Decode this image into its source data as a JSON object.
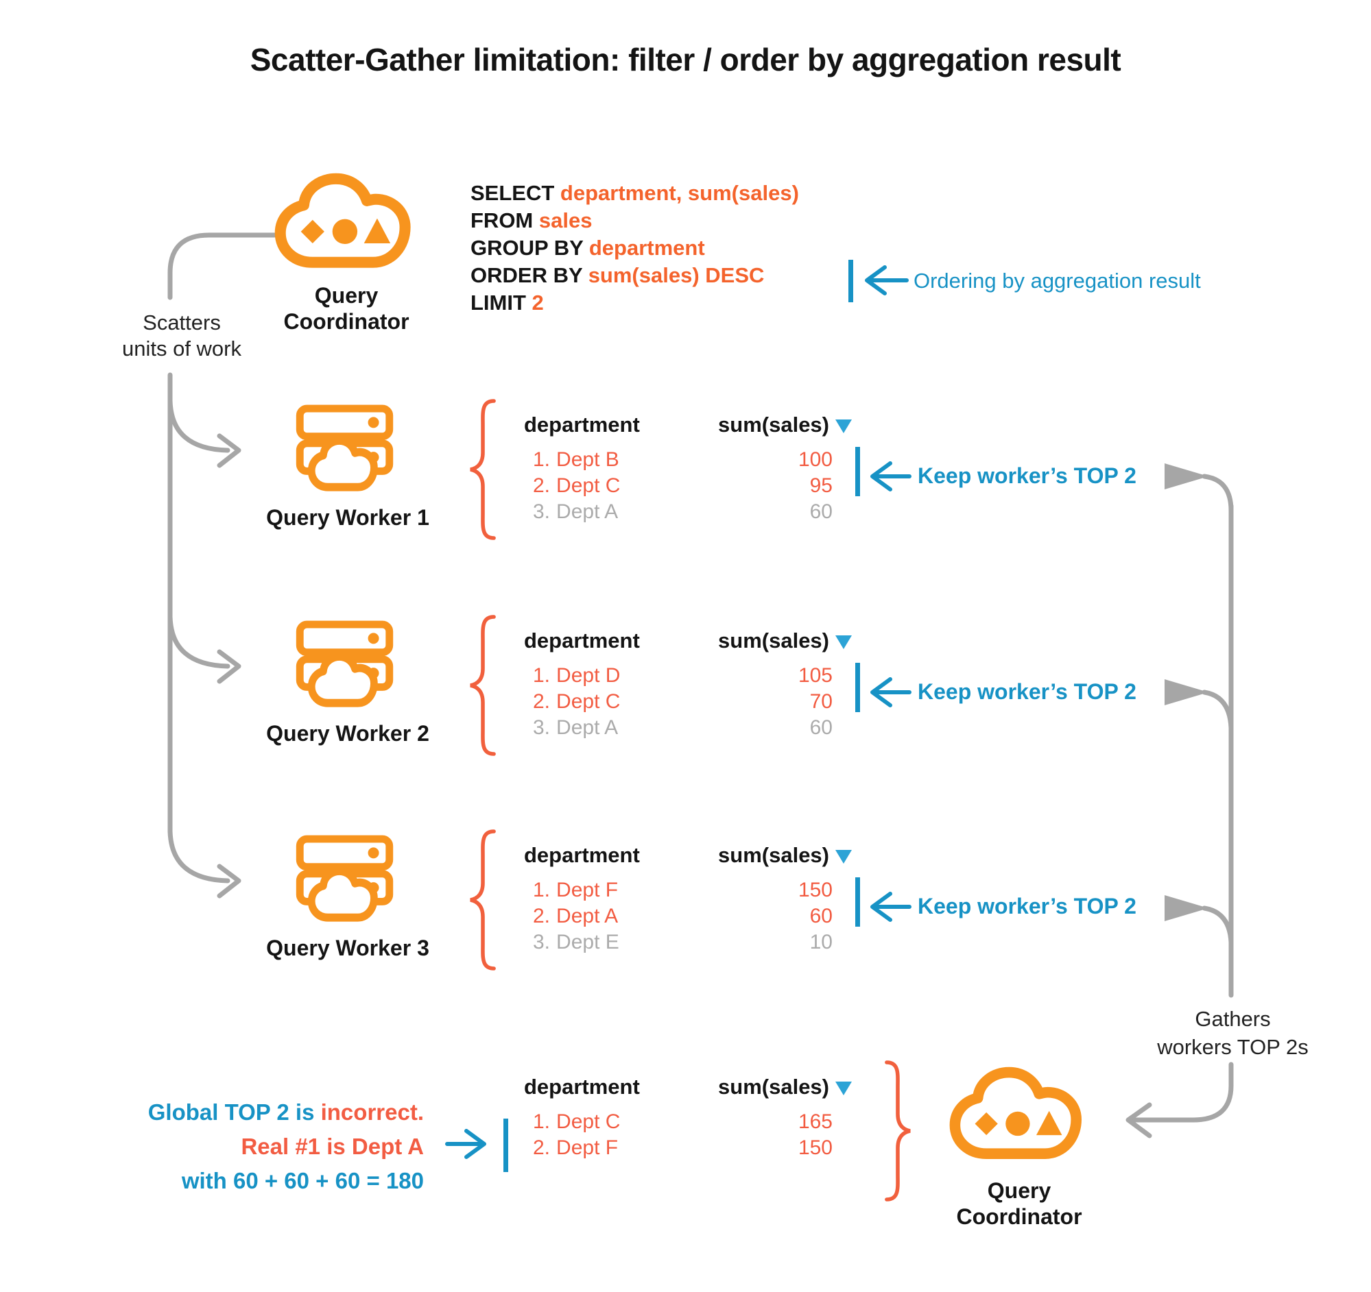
{
  "colors": {
    "icon-orange": "#F7941E",
    "sql-orange": "#F4632C",
    "row-orange": "#F25C42",
    "brace-orange": "#F1603D",
    "blue": "#1792C5",
    "tri-blue": "#2CA3D6",
    "line-gray": "#A6A6A6",
    "muted-gray": "#ABABAB",
    "ink": "#141414"
  },
  "title": "Scatter-Gather limitation: filter / order by aggregation result",
  "coordinator": {
    "line1": "Query",
    "line2": "Coordinator"
  },
  "sql": {
    "l1k": "SELECT ",
    "l1v": "department, sum(sales)",
    "l2k": "FROM ",
    "l2v": "sales",
    "l3k": "GROUP BY ",
    "l3v": "department",
    "l4k": "ORDER BY ",
    "l4v": "sum(sales) DESC",
    "l5k": "LIMIT ",
    "l5v": "2"
  },
  "annotations": {
    "ordering": "Ordering by aggregation result",
    "scatters_line1": "Scatters",
    "scatters_line2": "units of work",
    "keep_top2": "Keep worker’s TOP 2",
    "gathers_line1": "Gathers",
    "gathers_line2": "workers TOP 2s",
    "verdict_line1_blue": "Global TOP 2 is ",
    "verdict_line1_orange": "incorrect.",
    "verdict_line2_orange": "Real #1 is Dept A",
    "verdict_line3_blue": "with 60 + 60 + 60 = 180"
  },
  "table": {
    "col_department": "department",
    "col_sum": "sum(sales)"
  },
  "workers": [
    {
      "label": "Query Worker 1",
      "rows": [
        {
          "rank": "1.",
          "dept": "Dept B",
          "value": "100"
        },
        {
          "rank": "2.",
          "dept": "Dept C",
          "value": "95"
        },
        {
          "rank": "3.",
          "dept": "Dept A",
          "value": "60"
        }
      ]
    },
    {
      "label": "Query Worker 2",
      "rows": [
        {
          "rank": "1.",
          "dept": "Dept D",
          "value": "105"
        },
        {
          "rank": "2.",
          "dept": "Dept C",
          "value": "70"
        },
        {
          "rank": "3.",
          "dept": "Dept A",
          "value": "60"
        }
      ]
    },
    {
      "label": "Query Worker 3",
      "rows": [
        {
          "rank": "1.",
          "dept": "Dept F",
          "value": "150"
        },
        {
          "rank": "2.",
          "dept": "Dept A",
          "value": "60"
        },
        {
          "rank": "3.",
          "dept": "Dept E",
          "value": "10"
        }
      ]
    }
  ],
  "final": {
    "rows": [
      {
        "rank": "1.",
        "dept": "Dept C",
        "value": "165"
      },
      {
        "rank": "2.",
        "dept": "Dept F",
        "value": "150"
      }
    ]
  }
}
